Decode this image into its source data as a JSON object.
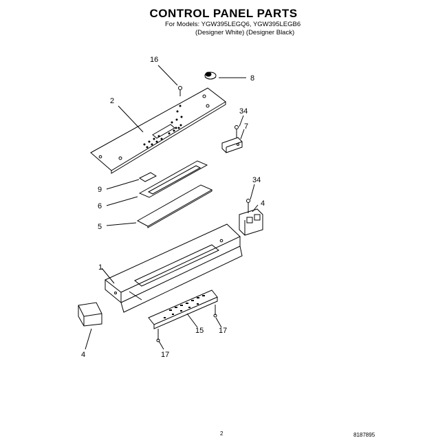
{
  "header": {
    "title": "CONTROL PANEL PARTS",
    "models_line": "For Models: YGW395LEGQ6, YGW395LEGB6",
    "variants_line": "(Designer White)  (Designer Black)"
  },
  "callouts": {
    "c16": "16",
    "c8": "8",
    "c2": "2",
    "c34a": "34",
    "c7": "7",
    "c9": "9",
    "c6": "6",
    "c34b": "34",
    "c4a": "4",
    "c5": "5",
    "c1": "1",
    "c4b": "4",
    "c15": "15",
    "c17a": "17",
    "c17b": "17"
  },
  "footer": {
    "page": "2",
    "doc_number": "8187895"
  }
}
